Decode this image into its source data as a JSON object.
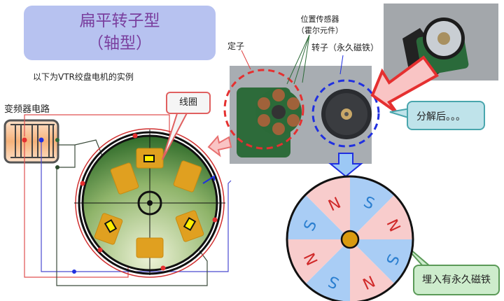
{
  "title": {
    "line1": "扁平转子型",
    "line2": "（轴型）"
  },
  "subtitle": "以下为VTR绞盘电机的实例",
  "labels": {
    "inverter_circuit": "变频器电路",
    "coil": "线圈",
    "stator": "定子",
    "position_sensor_line1": "位置传感器",
    "position_sensor_line2": "（霍尔元件）",
    "rotor": "转子（永久磁铁）",
    "disassembled": "分解后。。。",
    "embedded_magnets": "埋入有永久磁铁"
  },
  "rotor_poles": [
    "N",
    "S",
    "N",
    "S",
    "N",
    "S",
    "N",
    "S"
  ],
  "colors": {
    "title_bg": "#b7c2f0",
    "title_text": "#7a3f9e",
    "north": "#f8cccc",
    "north_text": "#d02a2a",
    "south": "#a9cdf5",
    "south_text": "#2b7fd0",
    "stator_dark": "#2f6b2a",
    "stator_light": "#e8f0d0",
    "coil": "#e0a020",
    "hall": "#ffee00"
  }
}
